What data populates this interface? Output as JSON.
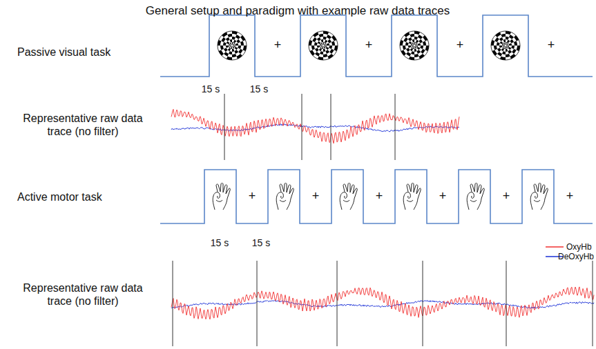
{
  "diagram": {
    "title": "General setup and paradigm with example raw data traces",
    "labels": [
      "Passive visual task",
      "15 s",
      "15 s",
      "+",
      "+",
      "+",
      "+",
      "Representative raw data trace (no filter)",
      "Active motor task",
      "+",
      "+",
      "+",
      "+",
      "+",
      "+",
      "15 s",
      "15 s",
      "Representative raw data trace (no filter)"
    ],
    "legend": [
      {
        "text": "OxyHb"
      },
      {
        "text": "DeOxyHb"
      }
    ]
  }
}
